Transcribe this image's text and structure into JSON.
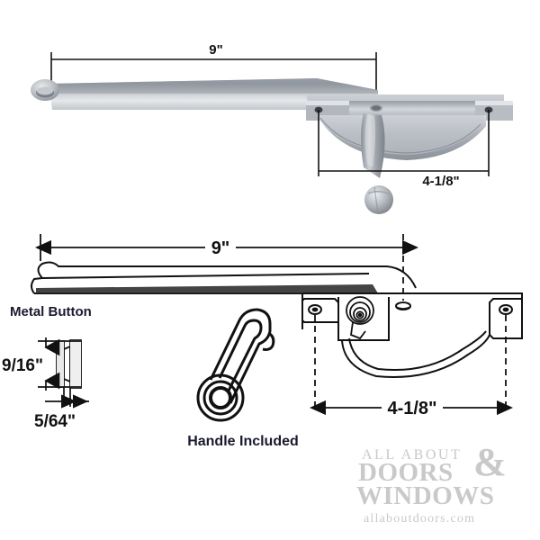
{
  "document": {
    "title": "Casement Window Operator Product Diagram",
    "background_color": "#ffffff"
  },
  "photo_diagram": {
    "name": "casement-operator-photo",
    "dimension_length": "9\"",
    "dimension_mount": "4-1/8\"",
    "metal_color_dark": "#8d939b",
    "metal_color_mid": "#b9bec4",
    "metal_color_light": "#e4e6e9"
  },
  "line_diagram": {
    "name": "casement-operator-lineart",
    "dimension_length": "9\"",
    "dimension_mount": "4-1/8\"",
    "line_color": "#111111"
  },
  "metal_button": {
    "label": "Metal Button",
    "height_dimension": "9/16\"",
    "thickness_dimension": "5/64\""
  },
  "handle": {
    "caption": "Handle Included"
  },
  "watermark": {
    "line1": "ALL ABOUT",
    "ampersand": "&",
    "line2": "DOORS",
    "line3": "WINDOWS",
    "url": "allaboutdoors.com",
    "color": "#c9c9c9"
  }
}
